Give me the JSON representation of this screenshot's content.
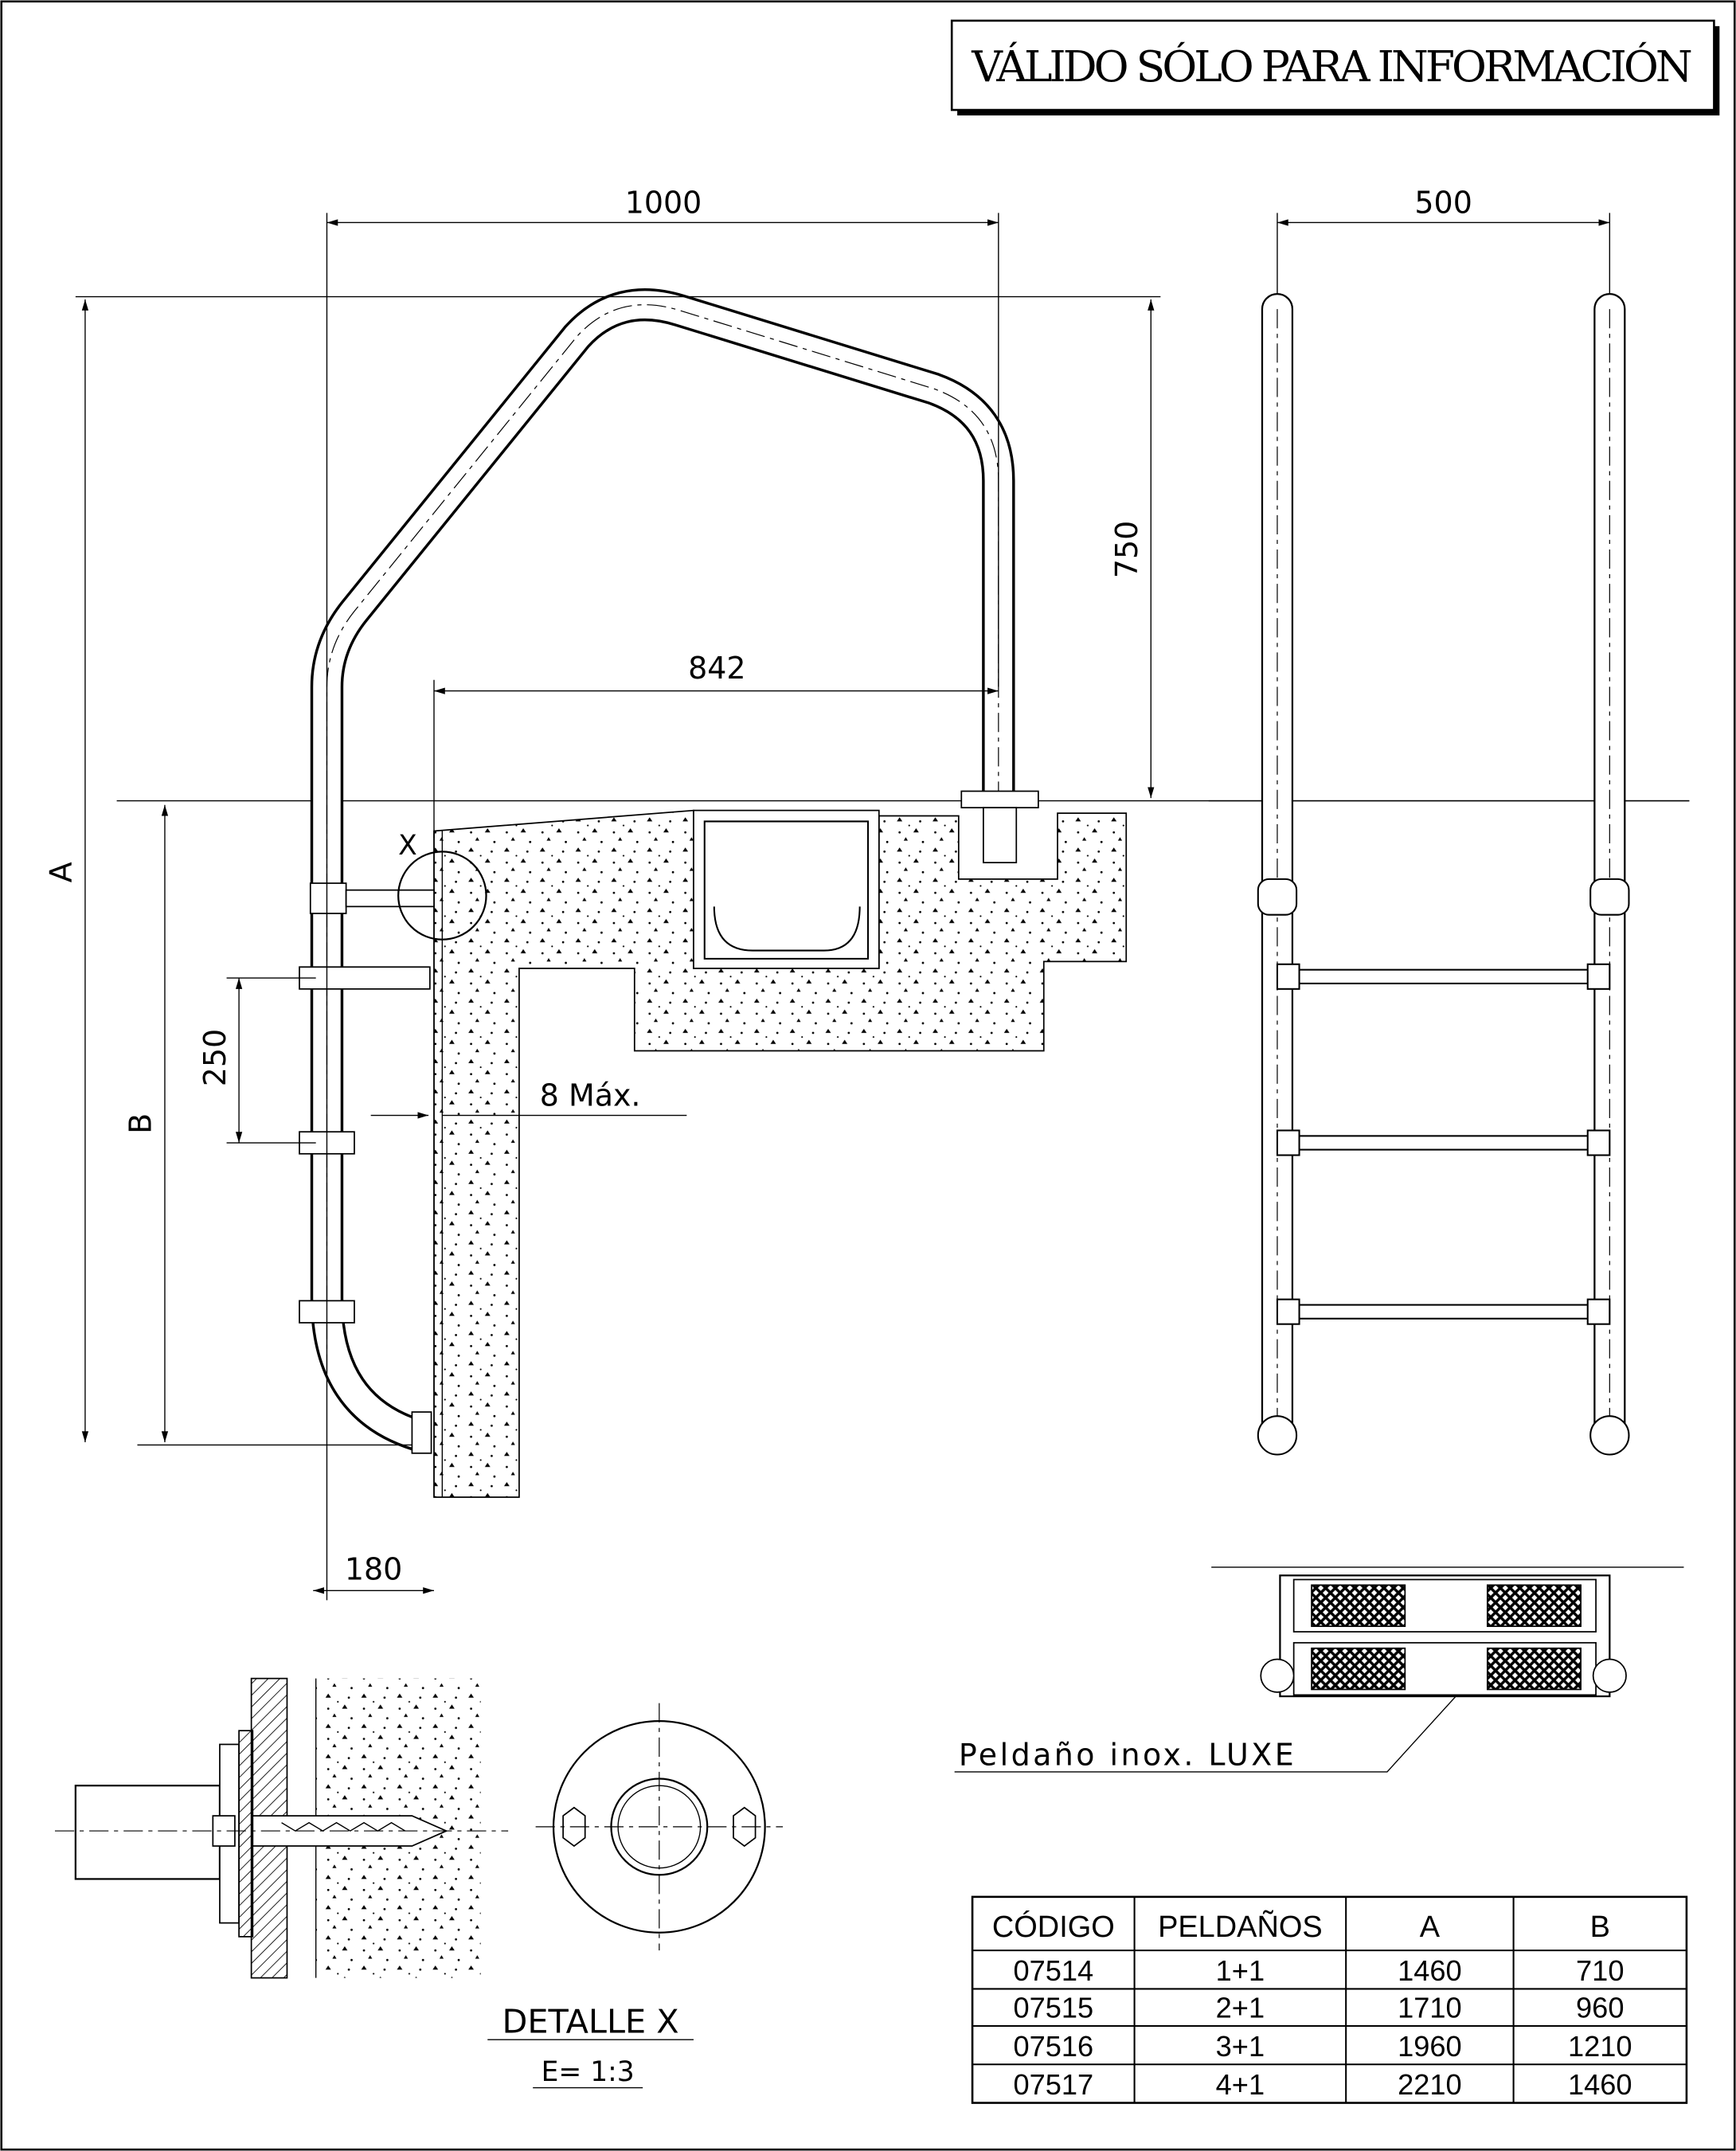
{
  "stamp": "VÁLIDO SÓLO PARA INFORMACIÓN",
  "dimensions": {
    "width_top": "1000",
    "width_front": "500",
    "height_rail": "750",
    "reach": "842",
    "total_height": "A",
    "submerged_height": "B",
    "step_spacing": "250",
    "gap": "8 Máx.",
    "offset": "180"
  },
  "detail_marker": "X",
  "step_label": "Peldaño inox. LUXE",
  "detail": {
    "title": "DETALLE X",
    "scale": "E= 1:3"
  },
  "table": {
    "headers": [
      "CÓDIGO",
      "PELDAÑOS",
      "A",
      "B"
    ],
    "rows": [
      [
        "07514",
        "1+1",
        "1460",
        "710"
      ],
      [
        "07515",
        "2+1",
        "1710",
        "960"
      ],
      [
        "07516",
        "3+1",
        "1960",
        "1210"
      ],
      [
        "07517",
        "4+1",
        "2210",
        "1460"
      ]
    ]
  }
}
